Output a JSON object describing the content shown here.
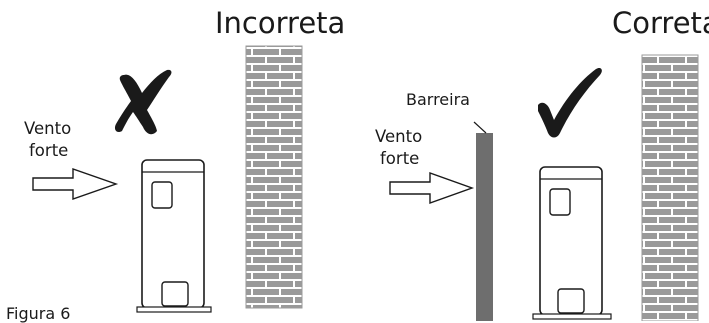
{
  "labels": {
    "incorrect": "Incorreta",
    "correct": "Correta",
    "wind_left_line1": "Vento",
    "wind_left_line2": "forte",
    "wind_right_line1": "Vento",
    "wind_right_line2": "forte",
    "barrier": "Barreira",
    "figure": "Figura 6"
  },
  "marks": {
    "incorrect_icon": "cross-mark",
    "correct_icon": "check-mark"
  },
  "colors": {
    "brick_fill": "#9a9a9a",
    "mortar": "#ffffff",
    "barrier_fill": "#6e6e6e",
    "ink": "#1a1a1a"
  }
}
